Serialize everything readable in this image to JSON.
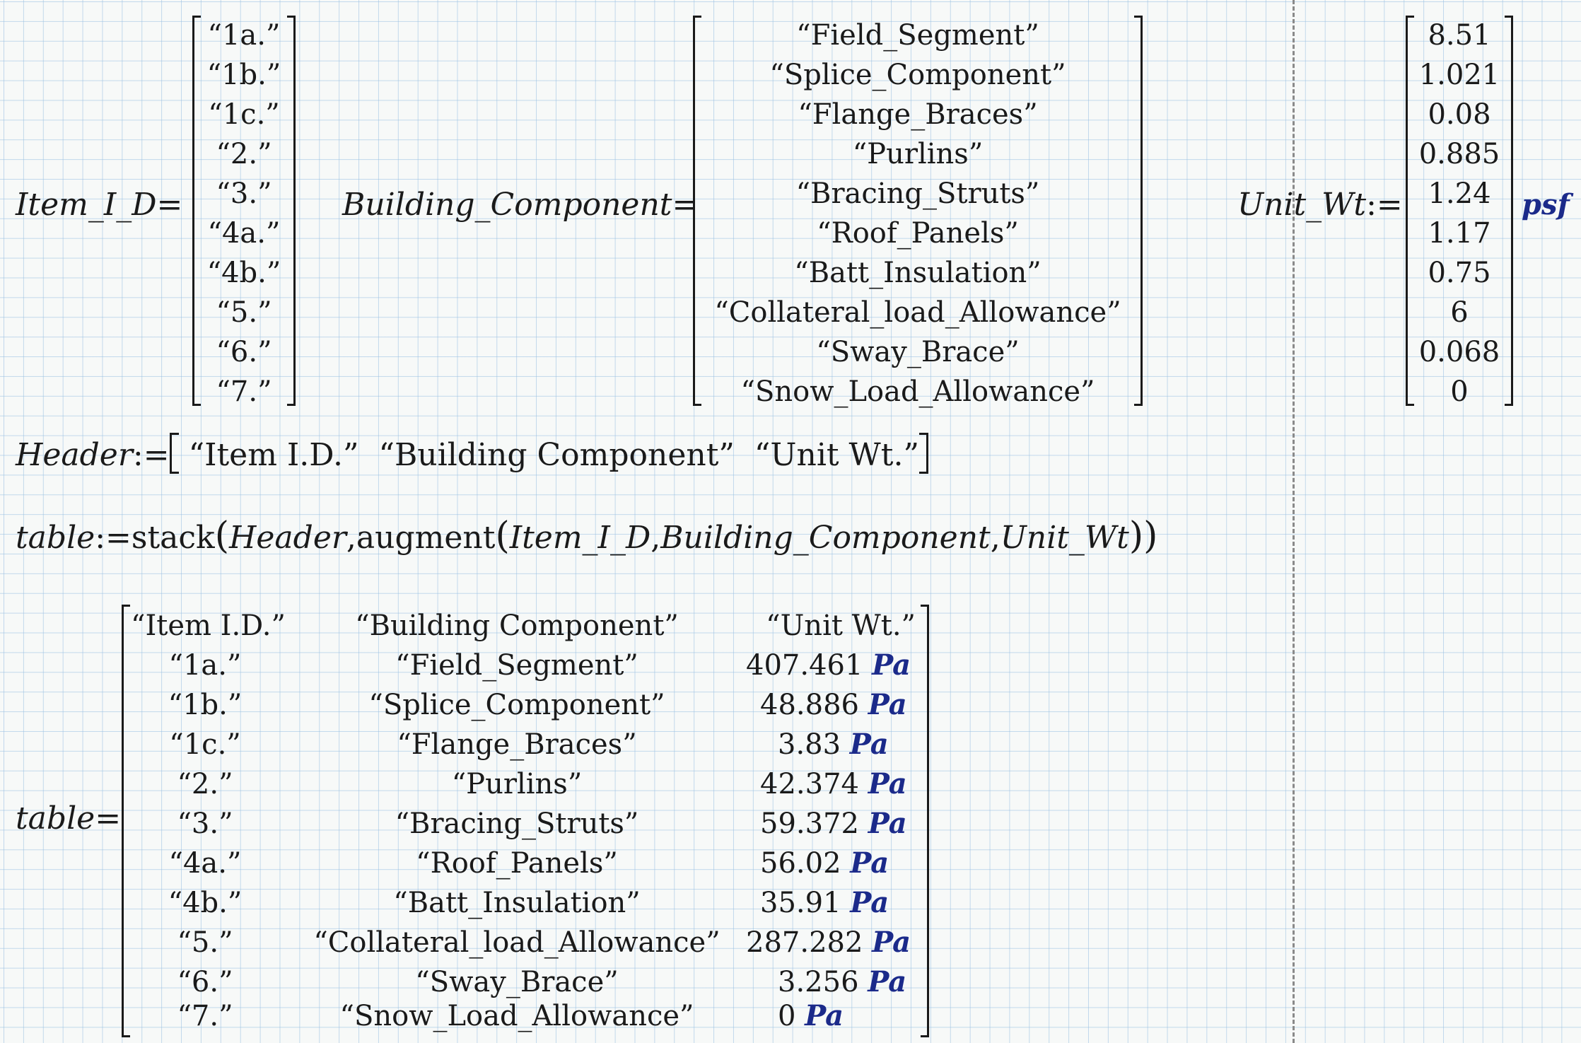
{
  "item_id": {
    "name": "Item_I_D",
    "op": "=",
    "values": [
      "“1a.”",
      "“1b.”",
      "“1c.”",
      "“2.”",
      "“3.”",
      "“4a.”",
      "“4b.”",
      "“5.”",
      "“6.”",
      "“7.”"
    ]
  },
  "building_component": {
    "name": "Building_Component",
    "op": "=",
    "values": [
      "“Field_Segment”",
      "“Splice_Component”",
      "“Flange_Braces”",
      "“Purlins”",
      "“Bracing_Struts”",
      "“Roof_Panels”",
      "“Batt_Insulation”",
      "“Collateral_load_Allowance”",
      "“Sway_Brace”",
      "“Snow_Load_Allowance”"
    ]
  },
  "unit_wt": {
    "name": "Unit_Wt",
    "op": ":=",
    "values": [
      "8.51",
      "1.021",
      "0.08",
      "0.885",
      "1.24",
      "1.17",
      "0.75",
      "6",
      "0.068",
      "0"
    ],
    "unit": "psf"
  },
  "header_def": {
    "name": "Header",
    "op": ":=",
    "values": [
      "“Item I.D.”",
      "“Building Component”",
      "“Unit Wt.”"
    ]
  },
  "table_def": {
    "name": "table",
    "op": ":=",
    "func1": "stack",
    "arg1": "Header",
    "func2": "augment",
    "arg2": "Item_I_D",
    "arg3": "Building_Component",
    "arg4": "Unit_Wt",
    "comma": ","
  },
  "table_result": {
    "name": "table",
    "op": "=",
    "unit": "Pa",
    "header": [
      "“Item I.D.”",
      "“Building Component”",
      "“Unit Wt.”"
    ],
    "rows": [
      [
        "“1a.”",
        "“Field_Segment”",
        "407.461"
      ],
      [
        "“1b.”",
        "“Splice_Component”",
        "48.886"
      ],
      [
        "“1c.”",
        "“Flange_Braces”",
        "3.83"
      ],
      [
        "“2.”",
        "“Purlins”",
        "42.374"
      ],
      [
        "“3.”",
        "“Bracing_Struts”",
        "59.372"
      ],
      [
        "“4a.”",
        "“Roof_Panels”",
        "56.02"
      ],
      [
        "“4b.”",
        "“Batt_Insulation”",
        "35.91"
      ],
      [
        "“5.”",
        "“Collateral_load_Allowance”",
        "287.282"
      ],
      [
        "“6.”",
        "“Sway_Brace”",
        "3.256"
      ],
      [
        "“7.”",
        "“Snow_Load_Allowance”",
        "0"
      ]
    ]
  }
}
